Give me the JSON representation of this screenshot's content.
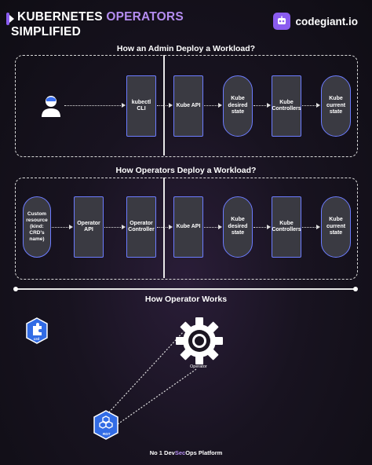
{
  "header": {
    "title_line1_a": "KUBERNETES",
    "title_line1_b": "OPERATORS",
    "title_line2": "SIMPLIFIED",
    "brand": "codegiant.io",
    "brand_icon": "robot-icon",
    "accent_color": "#8a5cf0"
  },
  "section1": {
    "title": "How an Admin Deploy a Workload?",
    "user_icon": "user-icon",
    "nodes": [
      {
        "label": "kubectl CLI"
      },
      {
        "label": "Kube API"
      },
      {
        "label": "Kube desired state"
      },
      {
        "label": "Kube Controllers"
      },
      {
        "label": "Kube current state"
      }
    ]
  },
  "section2": {
    "title": "How Operators Deploy a Workload?",
    "nodes": [
      {
        "label": "Custom resource (kind: CRD's name)"
      },
      {
        "label": "Operator API"
      },
      {
        "label": "Operator Controller"
      },
      {
        "label": "Kube API"
      },
      {
        "label": "Kube desired state"
      },
      {
        "label": "Kube Controllers"
      },
      {
        "label": "Kube current state"
      }
    ]
  },
  "section3": {
    "title": "How Operator Works",
    "crd_label": "crd",
    "gear_label": "Operator",
    "rs_label": "RGT"
  },
  "footer": {
    "text_a": "No 1 Dev",
    "text_b": "Sec",
    "text_c": "Ops Platform"
  }
}
